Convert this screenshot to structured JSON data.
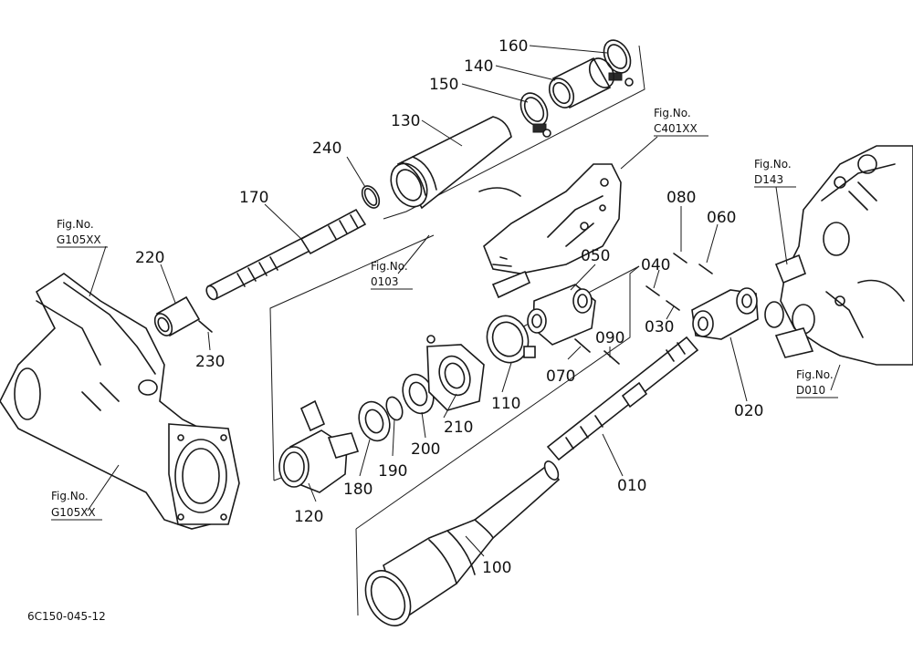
{
  "parts": [
    {
      "id": "p160",
      "label": "160"
    },
    {
      "id": "p140",
      "label": "140"
    },
    {
      "id": "p150",
      "label": "150"
    },
    {
      "id": "p130",
      "label": "130"
    },
    {
      "id": "p240",
      "label": "240"
    },
    {
      "id": "p170",
      "label": "170"
    },
    {
      "id": "p220",
      "label": "220"
    },
    {
      "id": "p230",
      "label": "230"
    },
    {
      "id": "p080",
      "label": "080"
    },
    {
      "id": "p060",
      "label": "060"
    },
    {
      "id": "p050",
      "label": "050"
    },
    {
      "id": "p040",
      "label": "040"
    },
    {
      "id": "p030",
      "label": "030"
    },
    {
      "id": "p090",
      "label": "090"
    },
    {
      "id": "p070",
      "label": "070"
    },
    {
      "id": "p110",
      "label": "110"
    },
    {
      "id": "p210",
      "label": "210"
    },
    {
      "id": "p200",
      "label": "200"
    },
    {
      "id": "p190",
      "label": "190"
    },
    {
      "id": "p180",
      "label": "180"
    },
    {
      "id": "p120",
      "label": "120"
    },
    {
      "id": "p020",
      "label": "020"
    },
    {
      "id": "p010",
      "label": "010"
    },
    {
      "id": "p100",
      "label": "100"
    }
  ],
  "figure_refs": [
    {
      "id": "c401",
      "title": "Fig.No.",
      "code": "C401XX"
    },
    {
      "id": "d143",
      "title": "Fig.No.",
      "code": "D143"
    },
    {
      "id": "g105a",
      "title": "Fig.No.",
      "code": "G105XX"
    },
    {
      "id": "f0103",
      "title": "Fig.No.",
      "code": "0103"
    },
    {
      "id": "d010",
      "title": "Fig.No.",
      "code": "D010"
    },
    {
      "id": "g105b",
      "title": "Fig.No.",
      "code": "G105XX"
    }
  ],
  "drawing_number": "6C150-045-12"
}
